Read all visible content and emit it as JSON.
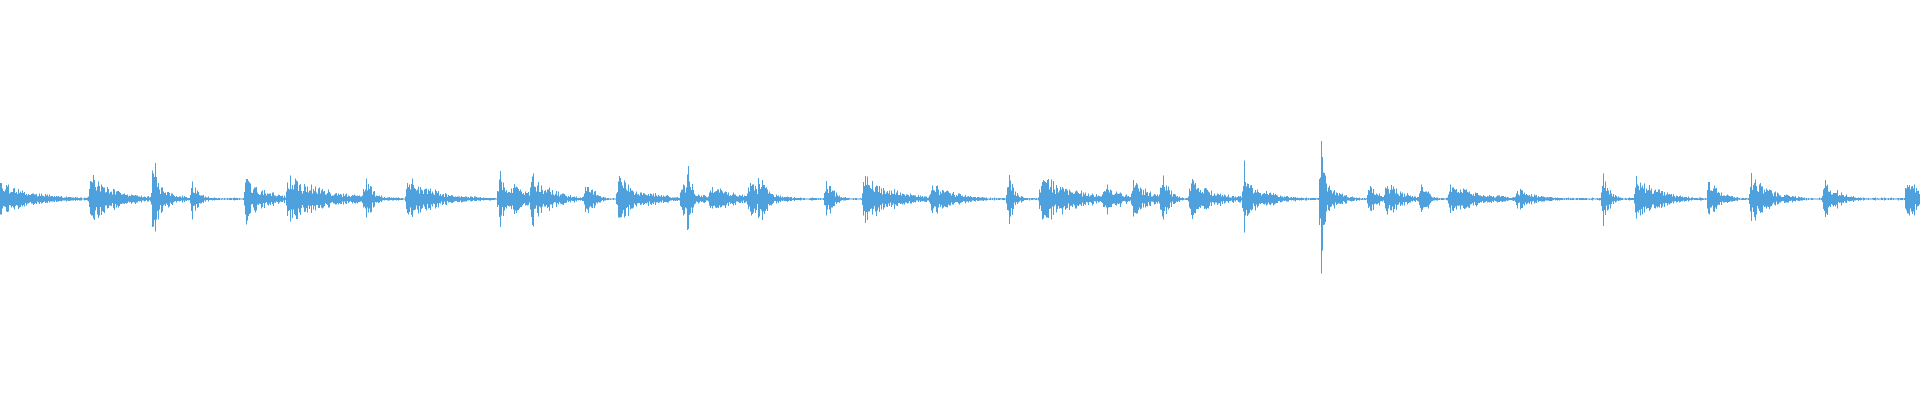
{
  "waveform": {
    "color": "#4ea1dc",
    "background": "#ffffff",
    "baseline_fraction": 0.4975,
    "peak_scale": 0.17,
    "bursts": [
      [
        0.0,
        0.26,
        0.018
      ],
      [
        0.047,
        0.28,
        0.014
      ],
      [
        0.048,
        0.42,
        0.003
      ],
      [
        0.05,
        0.3,
        0.014
      ],
      [
        0.08,
        1.0,
        0.002
      ],
      [
        0.082,
        0.24,
        0.008
      ],
      [
        0.1,
        0.3,
        0.004
      ],
      [
        0.128,
        0.45,
        0.004
      ],
      [
        0.13,
        0.25,
        0.012
      ],
      [
        0.15,
        0.38,
        0.015
      ],
      [
        0.152,
        0.32,
        0.02
      ],
      [
        0.19,
        0.4,
        0.004
      ],
      [
        0.212,
        0.32,
        0.016
      ],
      [
        0.26,
        0.5,
        0.003
      ],
      [
        0.262,
        0.3,
        0.018
      ],
      [
        0.277,
        0.48,
        0.004
      ],
      [
        0.28,
        0.3,
        0.01
      ],
      [
        0.305,
        0.38,
        0.004
      ],
      [
        0.322,
        0.34,
        0.014
      ],
      [
        0.355,
        0.28,
        0.008
      ],
      [
        0.358,
        0.5,
        0.003
      ],
      [
        0.37,
        0.22,
        0.014
      ],
      [
        0.39,
        0.28,
        0.01
      ],
      [
        0.395,
        0.4,
        0.005
      ],
      [
        0.43,
        0.35,
        0.004
      ],
      [
        0.45,
        0.35,
        0.016
      ],
      [
        0.485,
        0.26,
        0.012
      ],
      [
        0.525,
        0.48,
        0.003
      ],
      [
        0.542,
        0.38,
        0.018
      ],
      [
        0.575,
        0.3,
        0.008
      ],
      [
        0.59,
        0.28,
        0.01
      ],
      [
        0.605,
        0.4,
        0.004
      ],
      [
        0.62,
        0.28,
        0.014
      ],
      [
        0.648,
        0.58,
        0.003
      ],
      [
        0.65,
        0.26,
        0.012
      ],
      [
        0.688,
        1.15,
        0.002
      ],
      [
        0.69,
        0.24,
        0.008
      ],
      [
        0.713,
        0.35,
        0.004
      ],
      [
        0.722,
        0.3,
        0.008
      ],
      [
        0.74,
        0.44,
        0.003
      ],
      [
        0.755,
        0.24,
        0.016
      ],
      [
        0.79,
        0.18,
        0.01
      ],
      [
        0.835,
        0.45,
        0.003
      ],
      [
        0.852,
        0.36,
        0.012
      ],
      [
        0.89,
        0.34,
        0.006
      ],
      [
        0.912,
        0.38,
        0.01
      ],
      [
        0.95,
        0.3,
        0.008
      ],
      [
        0.993,
        0.36,
        0.01
      ]
    ]
  }
}
